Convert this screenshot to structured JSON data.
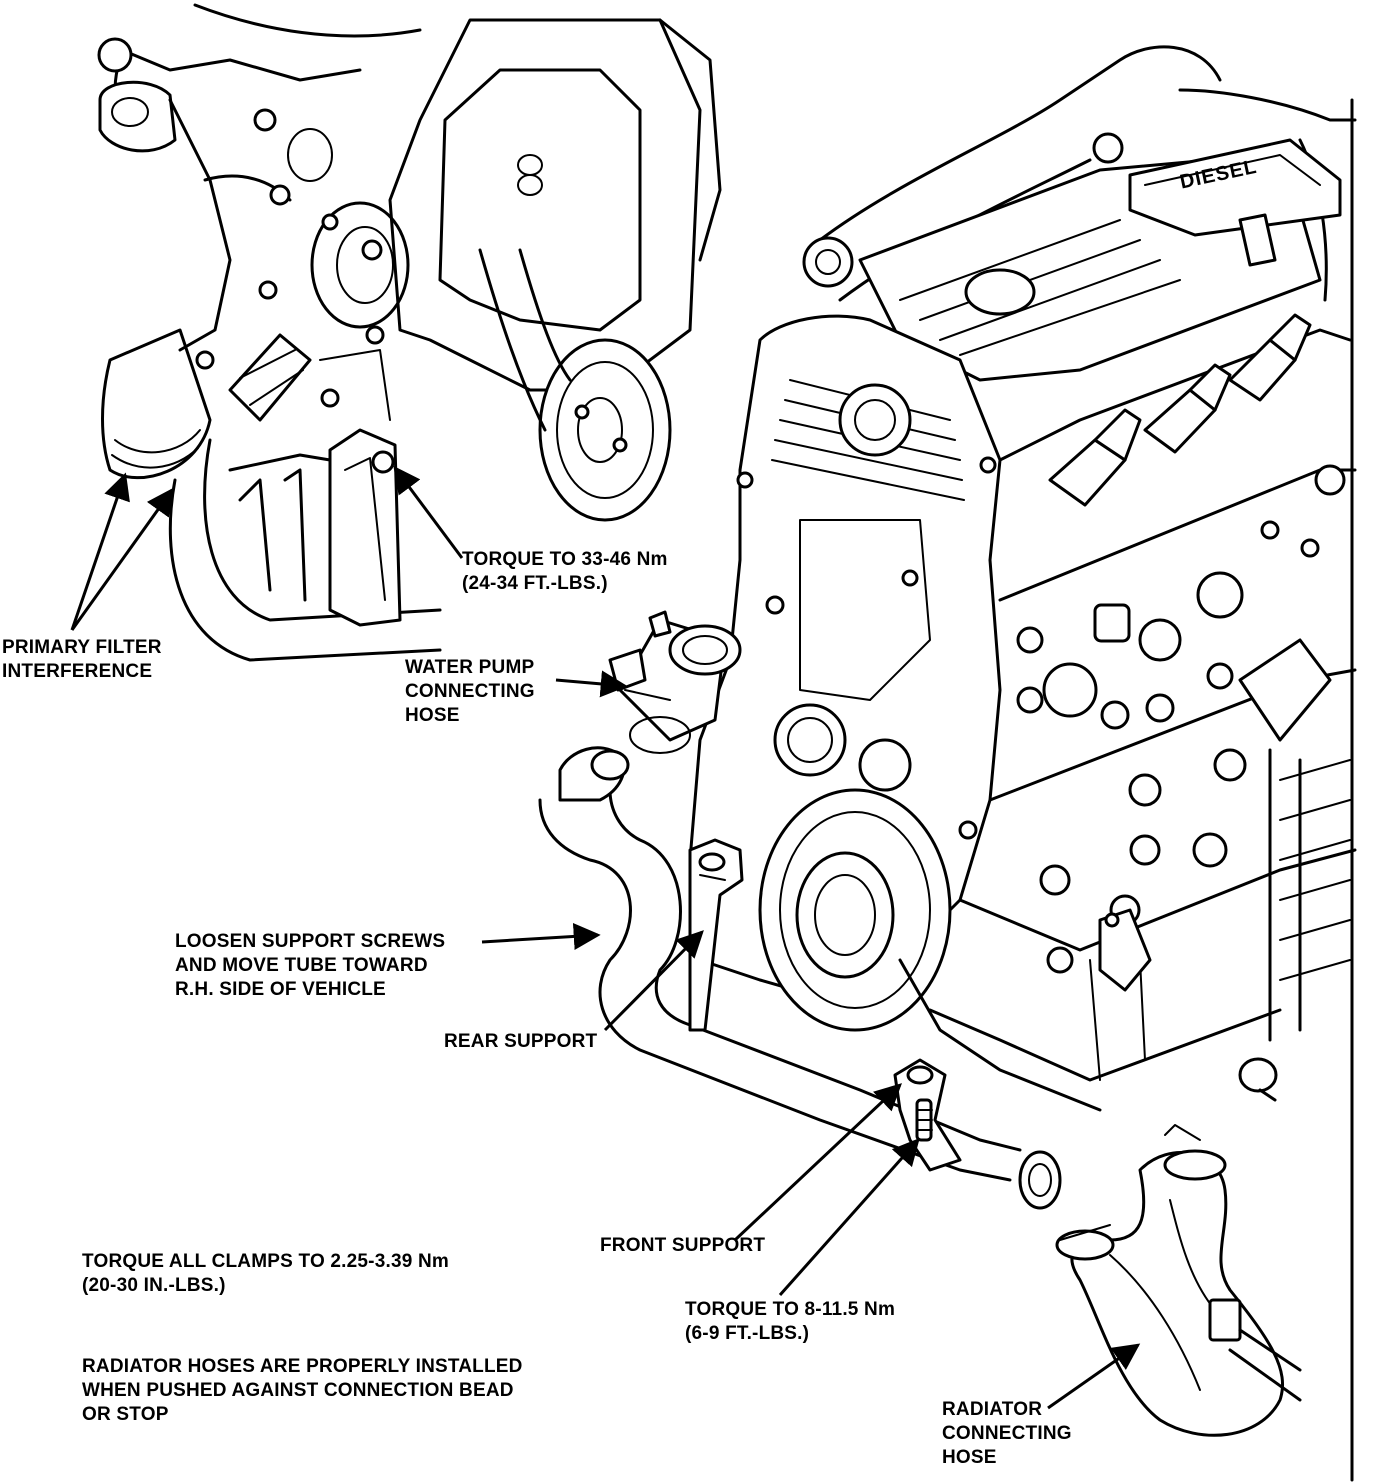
{
  "labels": {
    "torque_upper": [
      "TORQUE TO 33-46 Nm",
      "(24-34 FT.-LBS.)"
    ],
    "primary_filter": [
      "PRIMARY FILTER",
      "INTERFERENCE"
    ],
    "water_pump": [
      "WATER PUMP",
      "CONNECTING",
      "HOSE"
    ],
    "loosen_support": [
      "LOOSEN SUPPORT SCREWS",
      "AND MOVE TUBE TOWARD",
      "R.H. SIDE OF VEHICLE"
    ],
    "rear_support": "REAR SUPPORT",
    "front_support": "FRONT SUPPORT",
    "torque_clamps": [
      "TORQUE ALL CLAMPS TO 2.25-3.39 Nm",
      "(20-30 IN.-LBS.)"
    ],
    "torque_lower": [
      "TORQUE TO 8-11.5 Nm",
      "(6-9 FT.-LBS.)"
    ],
    "radiator_note": [
      "RADIATOR HOSES ARE PROPERLY INSTALLED",
      "WHEN PUSHED AGAINST CONNECTION BEAD",
      "OR STOP"
    ],
    "radiator_hose": [
      "RADIATOR",
      "CONNECTING",
      "HOSE"
    ]
  },
  "engine_badge": "DIESEL"
}
